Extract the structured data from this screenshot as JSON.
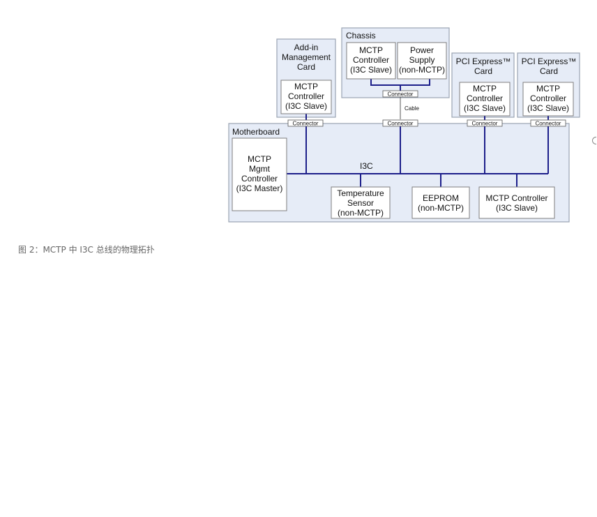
{
  "colors": {
    "bus": "#1c1e8a",
    "panel_fill": "#e6ecf7",
    "panel_stroke": "#9aa3b2",
    "device_fill": "#ffffff",
    "device_stroke": "#7d7d7d",
    "text": "#111111",
    "caption": "#666666"
  },
  "diagram": {
    "addin": {
      "title": [
        "Add-in",
        "Management",
        "Card"
      ],
      "device": [
        "MCTP",
        "Controller",
        "(I3C Slave)"
      ]
    },
    "chassis": {
      "title": "Chassis",
      "mctp": [
        "MCTP",
        "Controller",
        "(I3C Slave)"
      ],
      "psu": [
        "Power",
        "Supply",
        "(non-MCTP)"
      ]
    },
    "pcie1": {
      "title": [
        "PCI Express™",
        "Card"
      ],
      "device": [
        "MCTP",
        "Controller",
        "(I3C Slave)"
      ]
    },
    "pcie2": {
      "title": [
        "PCI Express™",
        "Card"
      ],
      "device": [
        "MCTP",
        "Controller",
        "(I3C Slave)"
      ]
    },
    "motherboard": {
      "title": "Motherboard",
      "master": [
        "MCTP",
        "Mgmt",
        "Controller",
        "(I3C Master)"
      ],
      "bus_label": "I3C",
      "temp": [
        "Temperature",
        "Sensor",
        "(non-MCTP)"
      ],
      "eeprom": [
        "EEPROM",
        "(non-MCTP)"
      ],
      "slave": [
        "MCTP Controller",
        "(I3C Slave)"
      ]
    },
    "connector_label": "Connector",
    "cable_label": "Cable"
  },
  "caption": "图 2：MCTP 中 I3C 总线的物理拓扑"
}
